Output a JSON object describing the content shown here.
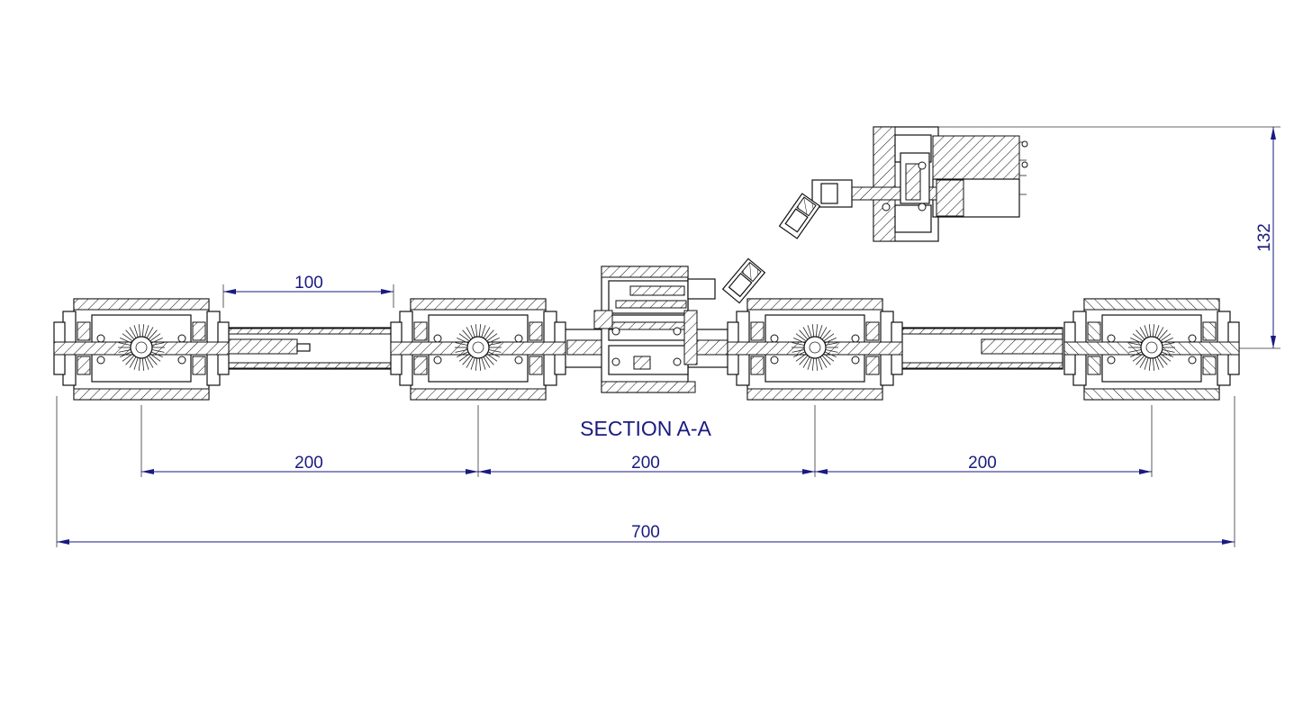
{
  "drawing": {
    "section_label": "SECTION A-A",
    "dimensions": {
      "top_span": "100",
      "spacing_1": "200",
      "spacing_2": "200",
      "spacing_3": "200",
      "overall_length": "700",
      "height": "132"
    }
  },
  "colors": {
    "dimension": "#1a1a80",
    "geometry": "#111111",
    "background": "#ffffff"
  }
}
